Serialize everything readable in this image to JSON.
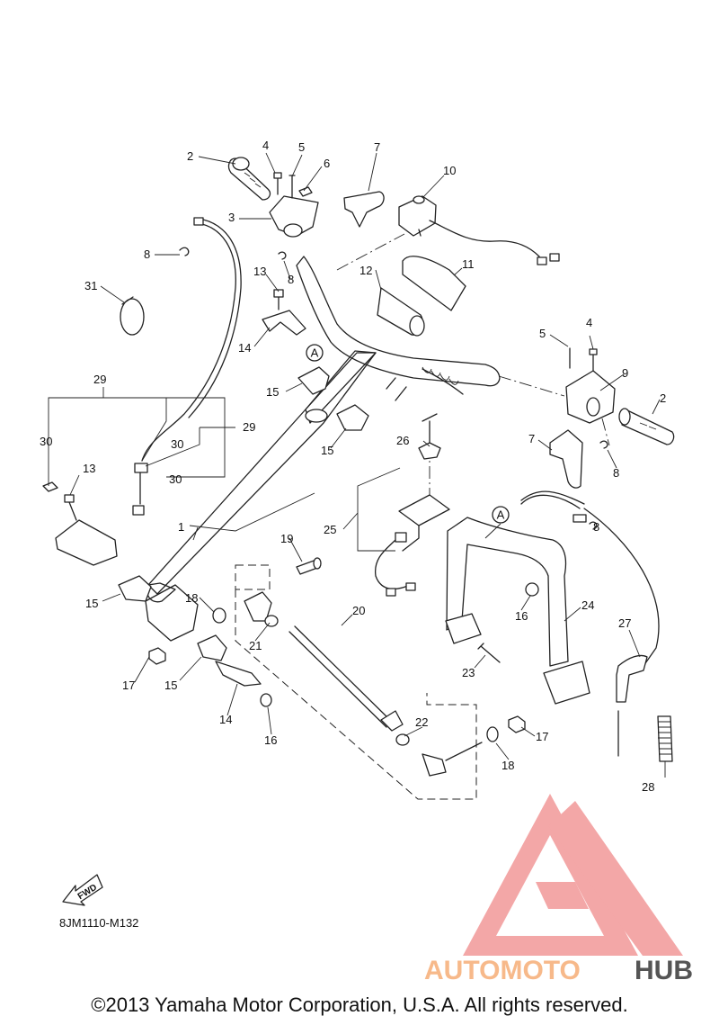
{
  "diagram_code": "8JM1110-M132",
  "copyright": "©2013 Yamaha Motor Corporation, U.S.A. All rights reserved.",
  "fwd_label": "FWD",
  "watermark": {
    "brand_a": "AUTOMOTO",
    "brand_b": "HUB",
    "color_a": "#f7b98a",
    "color_b": "#444444",
    "logo_color": "#f08080"
  },
  "ref_marker": "A",
  "callouts": [
    {
      "n": "1"
    },
    {
      "n": "2"
    },
    {
      "n": "2"
    },
    {
      "n": "3"
    },
    {
      "n": "4"
    },
    {
      "n": "4"
    },
    {
      "n": "5"
    },
    {
      "n": "5"
    },
    {
      "n": "6"
    },
    {
      "n": "7"
    },
    {
      "n": "7"
    },
    {
      "n": "8"
    },
    {
      "n": "8"
    },
    {
      "n": "8"
    },
    {
      "n": "8"
    },
    {
      "n": "9"
    },
    {
      "n": "10"
    },
    {
      "n": "11"
    },
    {
      "n": "12"
    },
    {
      "n": "13"
    },
    {
      "n": "13"
    },
    {
      "n": "14"
    },
    {
      "n": "14"
    },
    {
      "n": "15"
    },
    {
      "n": "15"
    },
    {
      "n": "15"
    },
    {
      "n": "15"
    },
    {
      "n": "16"
    },
    {
      "n": "16"
    },
    {
      "n": "17"
    },
    {
      "n": "17"
    },
    {
      "n": "18"
    },
    {
      "n": "18"
    },
    {
      "n": "19"
    },
    {
      "n": "20"
    },
    {
      "n": "21"
    },
    {
      "n": "22"
    },
    {
      "n": "23"
    },
    {
      "n": "24"
    },
    {
      "n": "25"
    },
    {
      "n": "26"
    },
    {
      "n": "27"
    },
    {
      "n": "28"
    },
    {
      "n": "29"
    },
    {
      "n": "29"
    },
    {
      "n": "30"
    },
    {
      "n": "30"
    },
    {
      "n": "30"
    },
    {
      "n": "31"
    }
  ]
}
